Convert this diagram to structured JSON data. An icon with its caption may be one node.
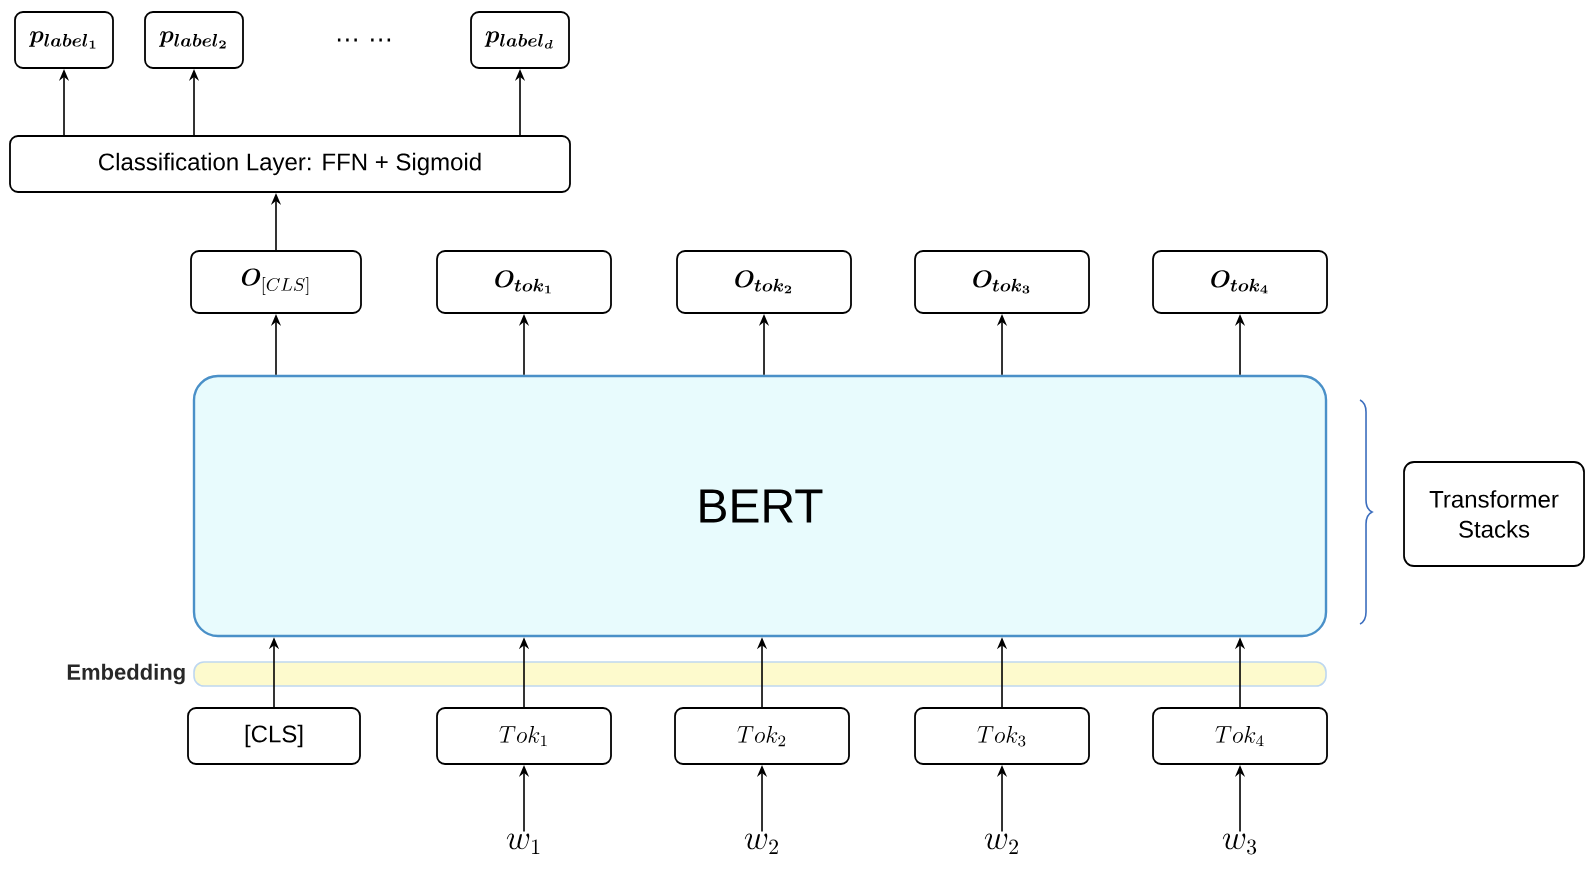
{
  "diagram": {
    "nodes": [
      {
        "text": [
          "\\bm{p_{label_1}}"
        ]
      },
      {
        "text": [
          "\\bm{p_{label_2}}"
        ]
      },
      {
        "text": [
          "\\bm{p_{label_d}}"
        ]
      },
      {
        "text": [
          "Classification Layer: FFN + Sigmoid"
        ]
      },
      {
        "text": [
          "\\bm{O}_{[CLS]}"
        ]
      },
      {
        "text": [
          "\\bm{O_{tok_1}}"
        ]
      },
      {
        "text": [
          "\\bm{O_{tok_2}}"
        ]
      },
      {
        "text": [
          "\\bm{O_{tok_3}}"
        ]
      },
      {
        "text": [
          "\\bm{O_{tok_4}}"
        ]
      },
      {
        "text": [
          "BERT"
        ]
      },
      {
        "text": [
          "Embedding"
        ]
      },
      {
        "text": [
          "[CLS]"
        ]
      },
      {
        "text": [
          "Tok_1"
        ]
      },
      {
        "text": [
          "Tok_2"
        ]
      },
      {
        "text": [
          "Tok_3"
        ]
      },
      {
        "text": [
          "Tok_4"
        ]
      },
      {
        "text": [
          "w_1"
        ]
      },
      {
        "text": [
          "w_2"
        ]
      },
      {
        "text": [
          "w_2"
        ]
      },
      {
        "text": [
          "w_3"
        ]
      },
      {
        "text": [
          "Transformer Stacks"
        ]
      }
    ],
    "edges": [
      {
        "from": 3,
        "to": 0,
        "arrow": "to"
      },
      {
        "from": 3,
        "to": 1,
        "arrow": "to"
      },
      {
        "from": 3,
        "to": 2,
        "arrow": "to"
      },
      {
        "from": 4,
        "to": 3,
        "arrow": "to"
      },
      {
        "from": 9,
        "to": 4,
        "arrow": "to"
      },
      {
        "from": 9,
        "to": 5,
        "arrow": "to"
      },
      {
        "from": 9,
        "to": 6,
        "arrow": "to"
      },
      {
        "from": 9,
        "to": 7,
        "arrow": "to"
      },
      {
        "from": 9,
        "to": 8,
        "arrow": "to"
      },
      {
        "from": 11,
        "to": 9,
        "arrow": "to"
      },
      {
        "from": 12,
        "to": 9,
        "arrow": "to"
      },
      {
        "from": 13,
        "to": 9,
        "arrow": "to"
      },
      {
        "from": 14,
        "to": 9,
        "arrow": "to"
      },
      {
        "from": 15,
        "to": 9,
        "arrow": "to"
      },
      {
        "from": 16,
        "to": 12,
        "arrow": "to"
      },
      {
        "from": 17,
        "to": 13,
        "arrow": "to"
      },
      {
        "from": 18,
        "to": 14,
        "arrow": "to"
      },
      {
        "from": 19,
        "to": 15,
        "arrow": "to"
      }
    ],
    "labels": [
      "… …"
    ]
  }
}
